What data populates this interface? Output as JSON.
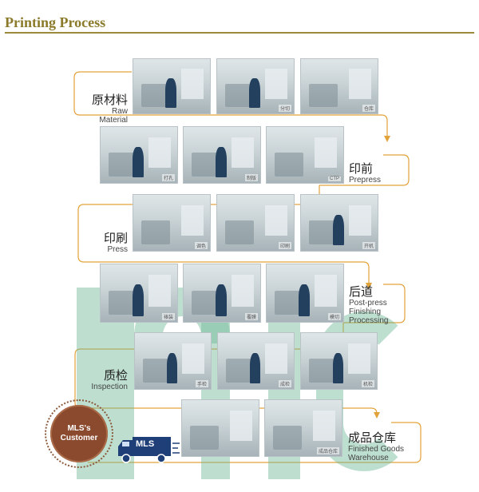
{
  "page_title": "Printing Process",
  "stages": {
    "raw_material": {
      "zh": "原材料",
      "en": "Raw Material"
    },
    "prepress": {
      "zh": "印前",
      "en": "Prepress"
    },
    "press": {
      "zh": "印刷",
      "en": "Press"
    },
    "post_press": {
      "zh": "后道",
      "en1": "Post-press",
      "en2": "Finishing",
      "en3": "Processing"
    },
    "inspection": {
      "zh": "质检",
      "en": "Inspection"
    },
    "warehouse": {
      "zh": "成品仓库",
      "en1": "Finished Goods",
      "en2": "Warehouse"
    }
  },
  "photo_captions": {
    "r1a": "",
    "r1b": "分切",
    "r1c": "仓库",
    "r2a": "打孔",
    "r2b": "制版",
    "r2c": "CTP",
    "r3a": "调色",
    "r3b": "印刷",
    "r3c": "开机",
    "r4a": "裱装",
    "r4b": "覆膜",
    "r4c": "模切",
    "r5a": "手检",
    "r5b": "成检",
    "r5c": "机检",
    "r6a": "",
    "r6b": "成品仓库"
  },
  "badge": {
    "line1": "MLS's",
    "line2": "Customer"
  },
  "truck_label": "MLS",
  "watermark": "mls",
  "colors": {
    "flow_line": "#e2a23a",
    "title": "#8a7a2a",
    "badge": "#8b4a2e",
    "truck": "#1f3f78"
  }
}
